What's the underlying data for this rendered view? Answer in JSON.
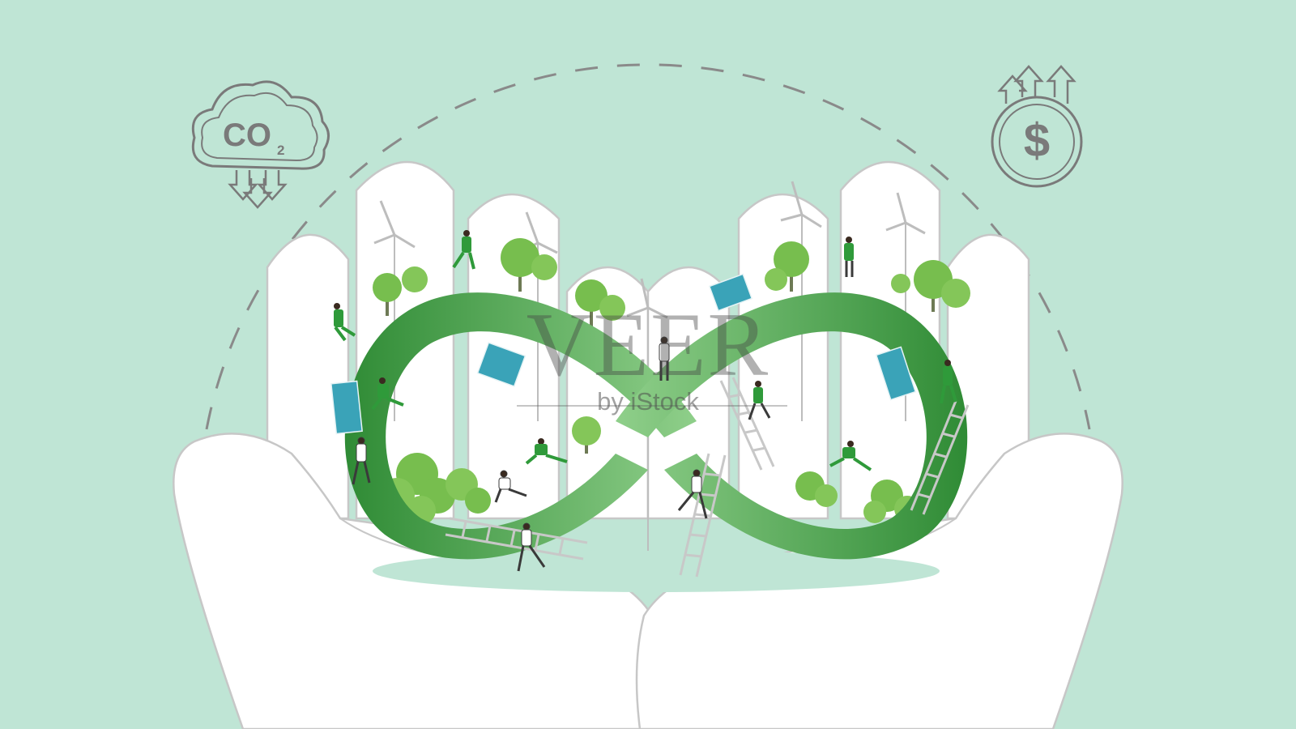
{
  "watermark": {
    "brand": "VEER",
    "byline": "by iStock"
  },
  "icons": {
    "co2": {
      "name": "co2-cloud-down-icon",
      "text": "CO",
      "subscript": "2"
    },
    "money": {
      "name": "dollar-coin-up-icon",
      "text": "$"
    }
  },
  "colors": {
    "background": "#bfe5d5",
    "hand": "#ffffff",
    "hand_outline": "#c7c7c7",
    "infinity_dark": "#2f8b35",
    "infinity_light": "#8fcf8a",
    "tree": "#77be4e",
    "tree_trunk": "#6e7a55",
    "solar_panel": "#3aa3b8",
    "icon_gray": "#7a7a7a",
    "people_suit": "#2f9a3a"
  }
}
